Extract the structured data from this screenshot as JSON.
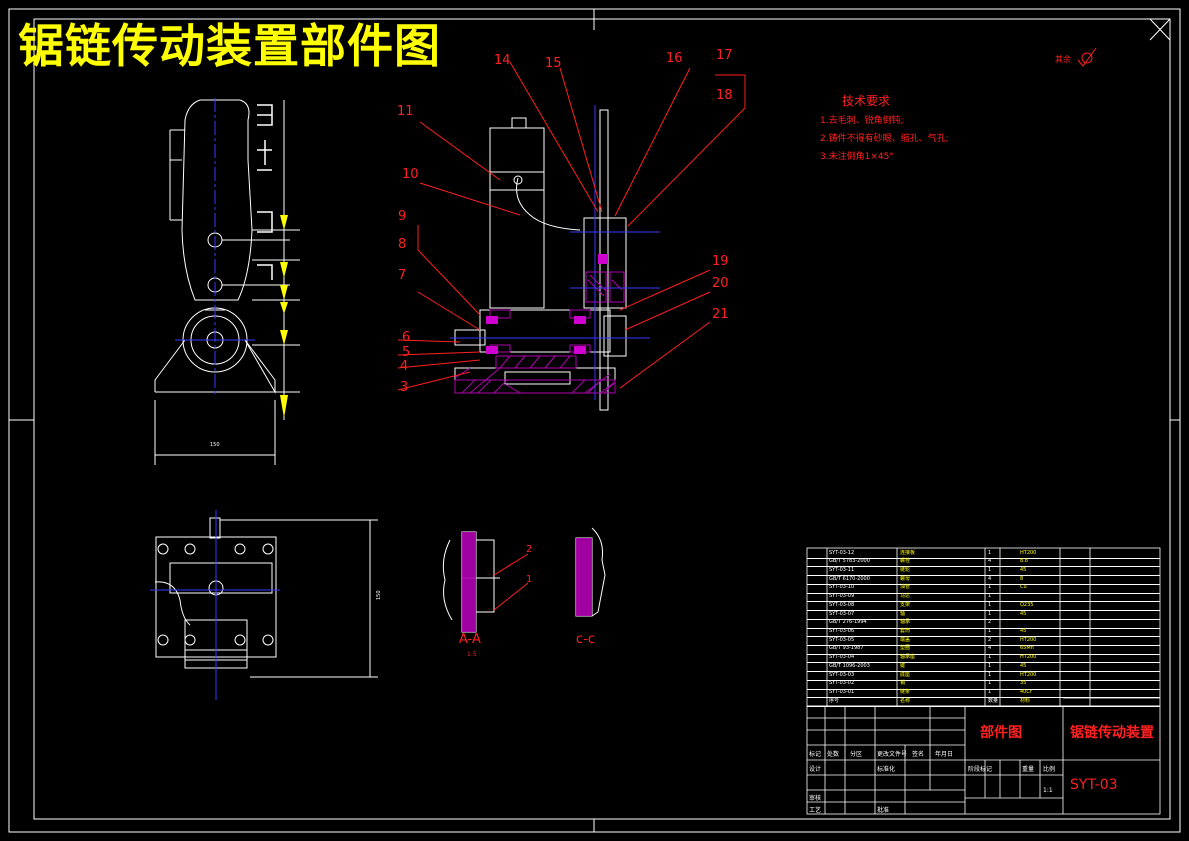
{
  "drawing": {
    "title": "锯链传动装置部件图",
    "roughness_mark": "其余"
  },
  "tech_requirements": {
    "title": "技术要求",
    "items": [
      "1.去毛刺、锐角倒钝;",
      "2.铸件不得有砂眼、缩孔、气孔;",
      "3.未注倒角1×45°"
    ]
  },
  "part_labels": {
    "l1": "1",
    "l2": "2",
    "l3": "3",
    "l4": "4",
    "l5": "5",
    "l6": "6",
    "l7": "7",
    "l8": "8",
    "l9": "9",
    "l10": "10",
    "l11": "11",
    "l14": "14",
    "l15": "15",
    "l16": "16",
    "l17": "17",
    "l18": "18",
    "l19": "19",
    "l20": "20",
    "l21": "21"
  },
  "sections": {
    "aa": "A-A",
    "aa_scale": "1:5",
    "cc": "c-c"
  },
  "title_block": {
    "drawing_type": "部件图",
    "name": "锯链传动装置",
    "code": "SYT-03",
    "scale": "1:1",
    "row_labels": [
      "标记",
      "处数",
      "分区",
      "更改文件号",
      "签名",
      "年月日"
    ],
    "design": "设计",
    "check": "审核",
    "process": "工艺",
    "approve": "批准",
    "std": "标准化",
    "stage": "阶段标记",
    "weight": "重量",
    "ratio": "比例"
  },
  "bom_rows": [
    {
      "code": "SYT-03-12",
      "name": "连接板",
      "qty": "1",
      "mat": "HT200"
    },
    {
      "code": "GB/T 5783-2000",
      "name": "螺栓",
      "qty": "4",
      "mat": "8.8"
    },
    {
      "code": "SYT-03-11",
      "name": "链轮",
      "qty": "1",
      "mat": "45"
    },
    {
      "code": "GB/T 6170-2000",
      "name": "螺母",
      "qty": "4",
      "mat": "8"
    },
    {
      "code": "SYT-03-10",
      "name": "油管",
      "qty": "1",
      "mat": "Cu"
    },
    {
      "code": "SYT-03-09",
      "name": "马达",
      "qty": "1",
      "mat": ""
    },
    {
      "code": "SYT-03-08",
      "name": "支架",
      "qty": "1",
      "mat": "Q235"
    },
    {
      "code": "SYT-03-07",
      "name": "轴",
      "qty": "1",
      "mat": "45"
    },
    {
      "code": "GB/T 276-1994",
      "name": "轴承",
      "qty": "2",
      "mat": ""
    },
    {
      "code": "SYT-03-06",
      "name": "套筒",
      "qty": "1",
      "mat": "45"
    },
    {
      "code": "SYT-03-05",
      "name": "端盖",
      "qty": "2",
      "mat": "HT200"
    },
    {
      "code": "GB/T 93-1987",
      "name": "垫圈",
      "qty": "4",
      "mat": "65Mn"
    },
    {
      "code": "SYT-03-04",
      "name": "轴承座",
      "qty": "1",
      "mat": "HT200"
    },
    {
      "code": "GB/T 1096-2003",
      "name": "键",
      "qty": "1",
      "mat": "45"
    },
    {
      "code": "SYT-03-03",
      "name": "底座",
      "qty": "1",
      "mat": "HT200"
    },
    {
      "code": "SYT-03-02",
      "name": "销",
      "qty": "1",
      "mat": "35"
    },
    {
      "code": "SYT-03-01",
      "name": "链条",
      "qty": "1",
      "mat": "40Cr"
    },
    {
      "code": "序号",
      "name": "名称",
      "qty": "数量",
      "mat": "材料"
    }
  ]
}
